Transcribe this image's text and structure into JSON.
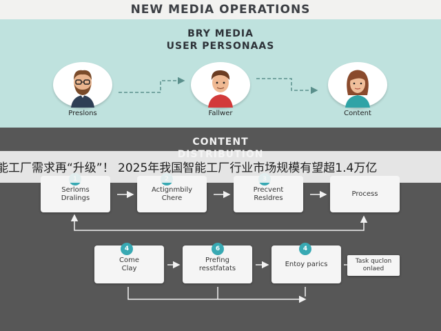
{
  "title": "NEW MEDIA OPERATIONS",
  "personas": {
    "heading_line1": "BRY MEDIA",
    "heading_line2": "USER PERSONAAS",
    "items": [
      {
        "label": "Preslons"
      },
      {
        "label": "Fallwer"
      },
      {
        "label": "Content"
      }
    ]
  },
  "distribution": {
    "heading_line1": "CONTENT",
    "heading_line2": "DISTRIBUTION"
  },
  "banner": "能工厂需求再“升级”！ 2025年我国智能工厂行业市场规模有望超1.4万亿",
  "flow": {
    "row1": [
      {
        "label": "Serloms\nDralings",
        "badge": "1"
      },
      {
        "label": "Actignmbily\nChere",
        "badge": "2"
      },
      {
        "label": "Precvent\nResldres",
        "badge": "3"
      },
      {
        "label": "Process",
        "badge": ""
      }
    ],
    "row2": [
      {
        "label": "Come\nClay",
        "badge": "4"
      },
      {
        "label": "Prefing\nresstfatats",
        "badge": "6"
      },
      {
        "label": "Entoy parics",
        "badge": "4"
      }
    ],
    "side_note": "Task quclon\nonlaed"
  },
  "colors": {
    "badge": "#38a9b3",
    "persona_band": "#bfe2de",
    "lower_band": "#575757",
    "arrow_dashed": "#5a8f8b"
  }
}
